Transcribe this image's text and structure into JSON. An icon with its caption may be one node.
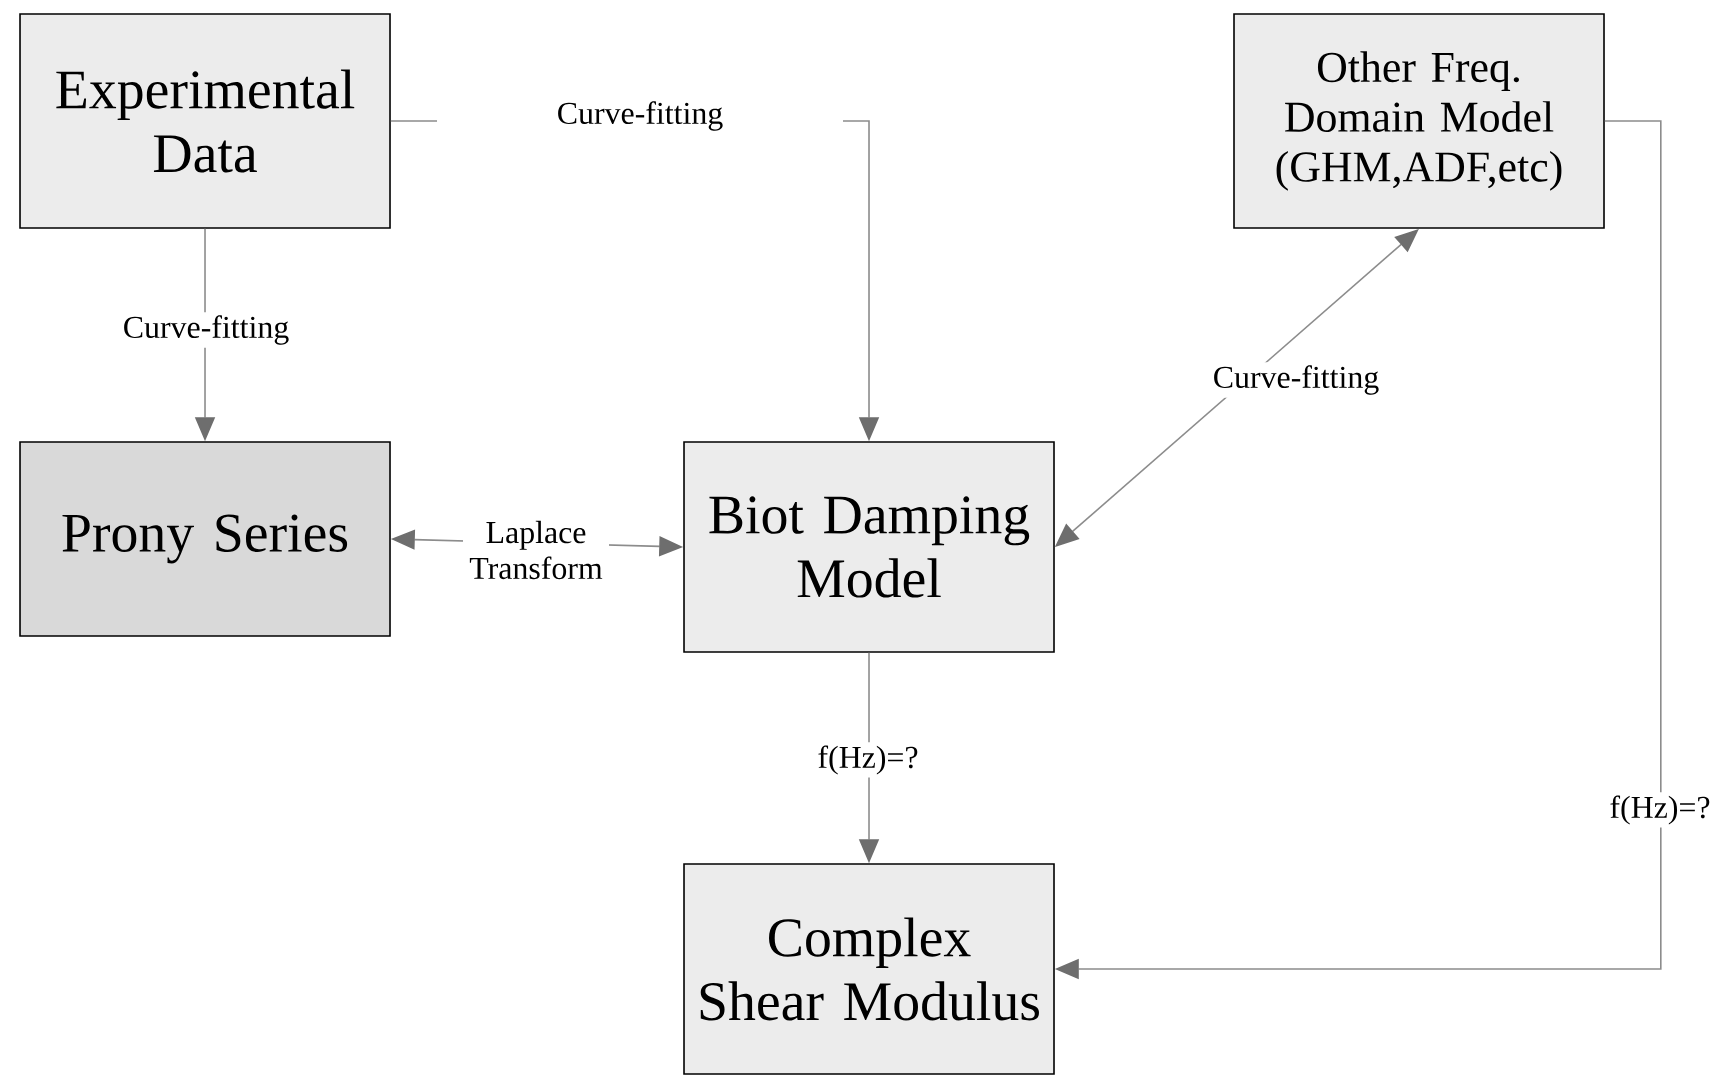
{
  "diagram": {
    "nodes": [
      {
        "text": [
          "Experimental Data"
        ]
      },
      {
        "text": [
          "Other Freq. Domain Model (GHM,ADF,etc)"
        ]
      },
      {
        "text": [
          "Prony Series"
        ]
      },
      {
        "text": [
          "Biot Damping Model"
        ]
      },
      {
        "text": [
          "Complex Shear Modulus"
        ]
      }
    ],
    "edges": [
      {
        "from": 0,
        "to": 2,
        "arrow": "to",
        "label": "Curve-fitting"
      },
      {
        "from": 0,
        "to": 3,
        "arrow": "to",
        "label": "Curve-fitting"
      },
      {
        "from": 2,
        "to": 3,
        "arrow": "both",
        "label": "Laplace Transform"
      },
      {
        "from": 3,
        "to": 1,
        "arrow": "both",
        "label": "Curve-fitting"
      },
      {
        "from": 3,
        "to": 4,
        "arrow": "to",
        "label": "f(Hz)=?"
      },
      {
        "from": 1,
        "to": 4,
        "arrow": "to",
        "label": "f(Hz)=?"
      }
    ]
  }
}
